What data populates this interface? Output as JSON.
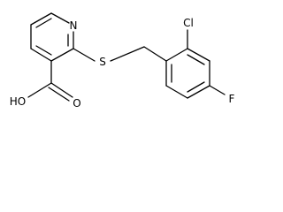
{
  "molecule": {
    "atoms": {
      "n_pyridine": "N",
      "s_thioether": "S",
      "cl_substituent": "Cl",
      "f_substituent": "F",
      "oh_group": "HO",
      "o_carbonyl": "O"
    }
  },
  "colors": {
    "bond": "#000000",
    "text": "#000000",
    "background": "#ffffff"
  }
}
